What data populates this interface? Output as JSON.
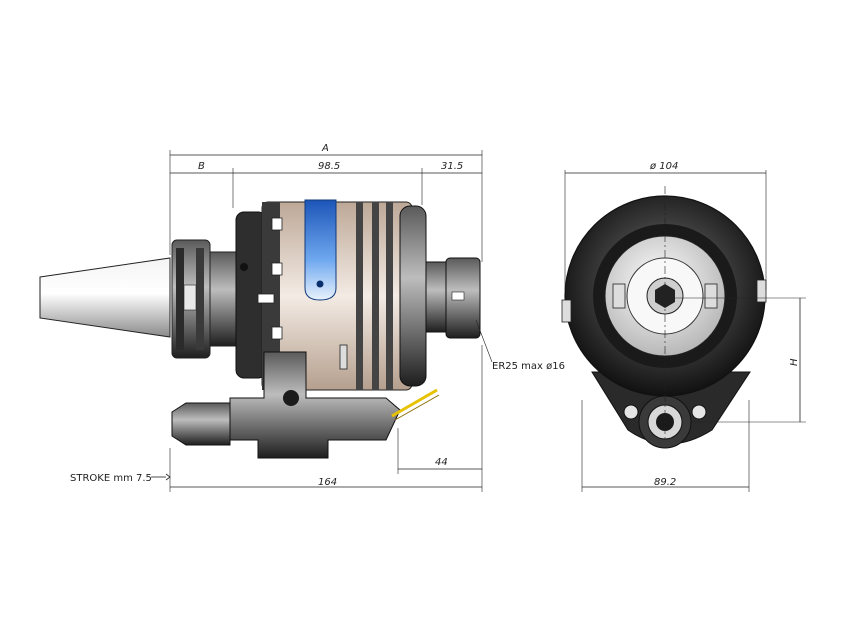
{
  "dimensions": {
    "a": "A",
    "b": "B",
    "length_98_5": "98.5",
    "length_31_5": "31.5",
    "length_44": "44",
    "length_164": "164",
    "diameter_104": "ø 104",
    "width_89_2": "89.2",
    "height_h": "H"
  },
  "annotations": {
    "collet": "ER25 max ø16",
    "stroke": "STROKE mm 7.5"
  },
  "colors": {
    "line": "#222222",
    "body_beige": "#d9c4b5",
    "accent_blue": "#2b6fd6",
    "dark_metal": "#2a2a2a",
    "wire_yellow": "#e6c200"
  }
}
